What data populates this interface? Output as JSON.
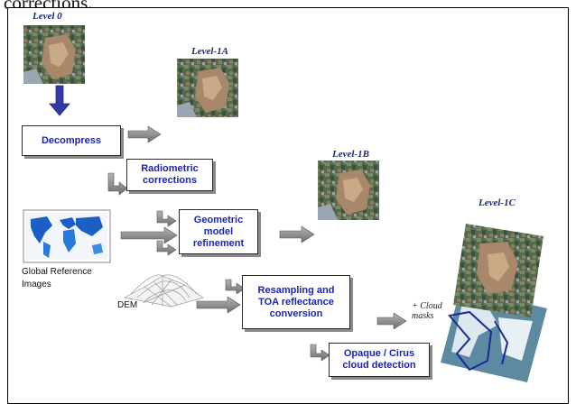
{
  "caption": "corrections.",
  "levels": {
    "level0": "Level 0",
    "level1a": "Level-1A",
    "level1b": "Level-1B",
    "level1c": "Level-1C"
  },
  "boxes": {
    "decompress": "Decompress",
    "radiometric": "Radiometric corrections",
    "geometric": "Geometric model refinement",
    "resampling": "Resampling and TOA reflectance conversion",
    "cloud_detection": "Opaque / Cirus cloud detection"
  },
  "inputs": {
    "global_reference": "Global Reference Images",
    "dem": "DEM"
  },
  "cloud_masks": "+ Cloud masks",
  "colors": {
    "box_text": "#1a24b8",
    "level_label": "#1a2a7a",
    "arrow": "#8c8c8c",
    "down_arrow": "#2f3aa8"
  }
}
